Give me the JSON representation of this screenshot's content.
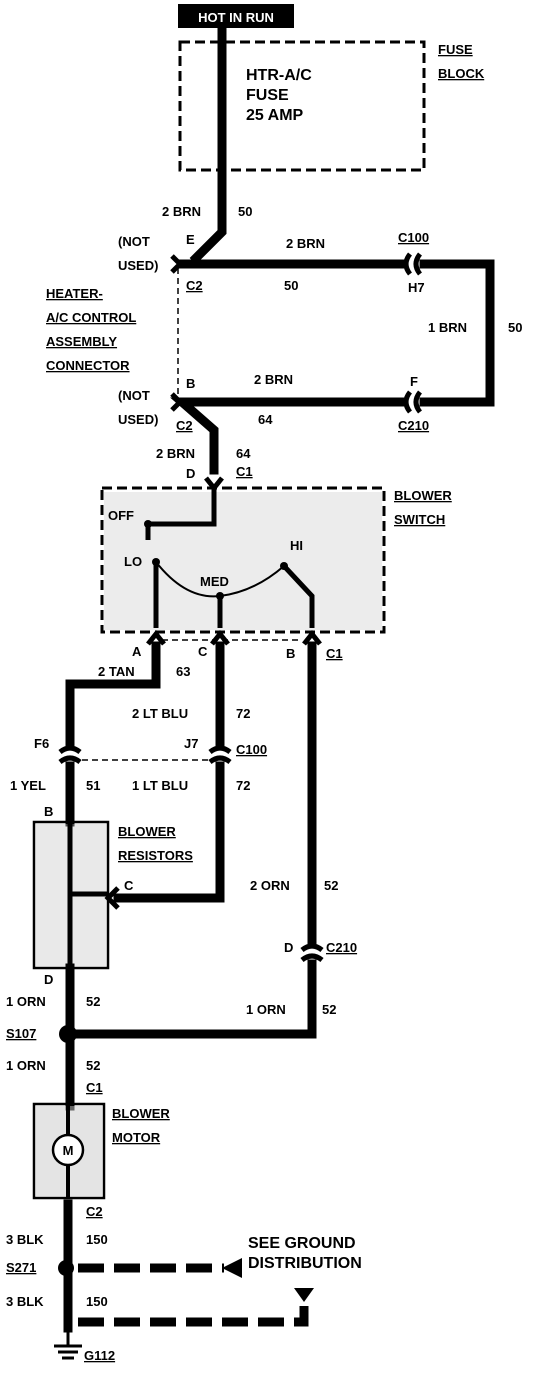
{
  "labels": {
    "hot_in_run": "HOT IN RUN",
    "fuse_block_1": "FUSE",
    "fuse_block_2": "BLOCK",
    "fuse_1": "HTR-A/C",
    "fuse_2": "FUSE",
    "fuse_3": "25 AMP",
    "wire_2brn_top": "2 BRN",
    "circuit_50_top": "50",
    "not_used_1a": "(NOT",
    "not_used_1b": "USED)",
    "pin_e": "E",
    "c2_top": "C2",
    "wire_2brn_upper": "2 BRN",
    "circuit_50_upper": "50",
    "c100_top": "C100",
    "h7": "H7",
    "wire_1brn": "1 BRN",
    "circuit_50_right": "50",
    "heater_1": "HEATER-",
    "heater_2": "A/C CONTROL",
    "heater_3": "ASSEMBLY",
    "heater_4": "CONNECTOR",
    "pin_b_top": "B",
    "wire_2brn_lower": "2 BRN",
    "pin_f": "F",
    "not_used_2a": "(NOT",
    "not_used_2b": "USED)",
    "c2_mid": "C2",
    "circuit_64_lower": "64",
    "c210_top": "C210",
    "wire_2brn_switch": "2 BRN",
    "circuit_64_switch": "64",
    "pin_d_switch": "D",
    "c1_switch_top": "C1",
    "blower_switch_1": "BLOWER",
    "blower_switch_2": "SWITCH",
    "off": "OFF",
    "lo": "LO",
    "med": "MED",
    "hi": "HI",
    "pin_a": "A",
    "pin_c_switch": "C",
    "pin_b_switch": "B",
    "c1_switch_bottom": "C1",
    "wire_2tan": "2 TAN",
    "circuit_63": "63",
    "wire_2ltblu": "2 LT BLU",
    "circuit_72_upper": "72",
    "f6": "F6",
    "j7": "J7",
    "c100_mid": "C100",
    "wire_1yel": "1 YEL",
    "circuit_51": "51",
    "wire_1ltblu": "1 LT BLU",
    "circuit_72_lower": "72",
    "pin_b_resistor": "B",
    "blower_res_1": "BLOWER",
    "blower_res_2": "RESISTORS",
    "pin_c_resistor": "C",
    "wire_2orn": "2 ORN",
    "circuit_52_2orn": "52",
    "pin_d_c210": "D",
    "c210_bottom": "C210",
    "pin_d_resistor": "D",
    "wire_1orn_a": "1 ORN",
    "circuit_52_a": "52",
    "wire_1orn_b": "1 ORN",
    "circuit_52_b": "52",
    "s107": "S107",
    "wire_1orn_c": "1 ORN",
    "circuit_52_c": "52",
    "c1_motor": "C1",
    "blower_motor_1": "BLOWER",
    "blower_motor_2": "MOTOR",
    "motor_symbol": "M",
    "c2_motor": "C2",
    "wire_3blk_a": "3 BLK",
    "circuit_150_a": "150",
    "see_ground_1": "SEE GROUND",
    "see_ground_2": "DISTRIBUTION",
    "s271": "S271",
    "wire_3blk_b": "3 BLK",
    "circuit_150_b": "150",
    "g112": "G112"
  }
}
